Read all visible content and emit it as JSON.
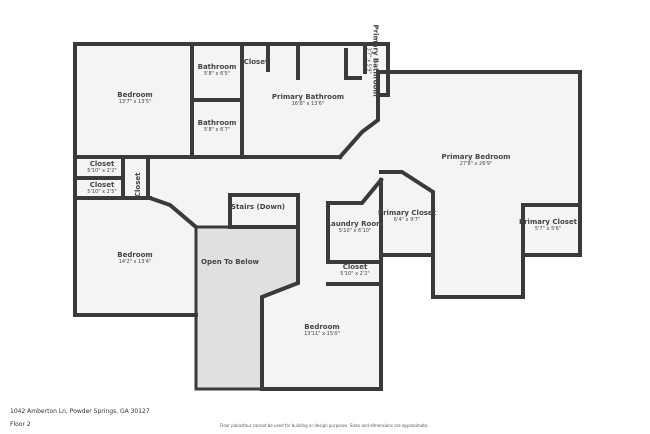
{
  "rooms": [
    {
      "name": "Bedroom",
      "dims": "13'7\" x 13'5\""
    },
    {
      "name": "Bathroom",
      "dims": "5'8\" x 6'5\""
    },
    {
      "name": "Closet",
      "dims": ""
    },
    {
      "name": "Primary Bathroom",
      "dims": "3'7\" x 5'9\""
    },
    {
      "name": "Primary Bathroom",
      "dims": "16'8\" x 13'6\""
    },
    {
      "name": "Bathroom",
      "dims": "5'8\" x 6'7\""
    },
    {
      "name": "Primary Bedroom",
      "dims": "27'8\" x 26'9\""
    },
    {
      "name": "Closet",
      "dims": "5'10\" x 2'2\""
    },
    {
      "name": "Closet",
      "dims": "5'10\" x 2'5\""
    },
    {
      "name": "Closet",
      "dims": ""
    },
    {
      "name": "Stairs (Down)",
      "dims": ""
    },
    {
      "name": "Laundry Room",
      "dims": "5'10\" x 6'10\""
    },
    {
      "name": "Primary Closet",
      "dims": "6'4\" x 9'7\""
    },
    {
      "name": "Primary Closet",
      "dims": "5'7\" x 5'6\""
    },
    {
      "name": "Bedroom",
      "dims": "14'2\" x 13'4\""
    },
    {
      "name": "Open To Below",
      "dims": ""
    },
    {
      "name": "Closet",
      "dims": "5'10\" x 2'2\""
    },
    {
      "name": "Bedroom",
      "dims": "13'11\" x 15'0\""
    }
  ],
  "footer": {
    "address": "1042 Amberton Ln, Powder Springs, GA 30127",
    "floor": "Floor 2",
    "disclaimer": "Floor plans/tour cannot be used for building or design purposes. Sizes and dimensions are approximate."
  },
  "colors": {
    "wall": "#3a3a3a",
    "floor": "#f4f4f4",
    "open_below": "#e0e0e0"
  }
}
